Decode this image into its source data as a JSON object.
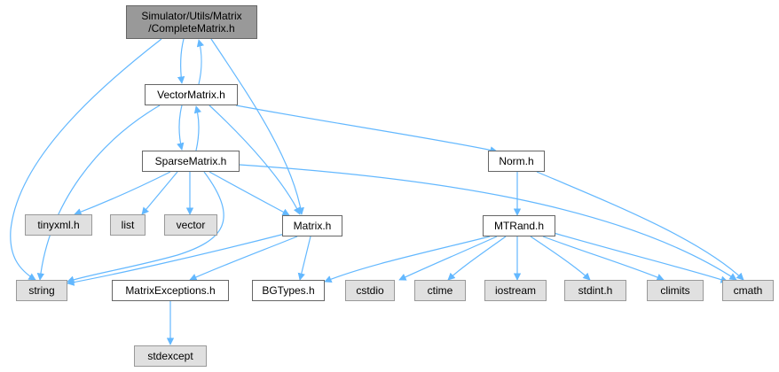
{
  "nodes": {
    "complete_matrix": "Simulator/Utils/Matrix\n/CompleteMatrix.h",
    "vector_matrix": "VectorMatrix.h",
    "sparse_matrix": "SparseMatrix.h",
    "norm": "Norm.h",
    "matrix": "Matrix.h",
    "mtrand": "MTRand.h",
    "tinyxml": "tinyxml.h",
    "list": "list",
    "vector": "vector",
    "string": "string",
    "matrix_exceptions": "MatrixExceptions.h",
    "bgtypes": "BGTypes.h",
    "cstdio": "cstdio",
    "ctime": "ctime",
    "iostream": "iostream",
    "stdint": "stdint.h",
    "climits": "climits",
    "cmath": "cmath",
    "stdexcept": "stdexcept"
  },
  "colors": {
    "edge": "#63b8ff",
    "root_fill": "#999999",
    "system_fill": "#e0e0e0",
    "border": "#666666"
  }
}
